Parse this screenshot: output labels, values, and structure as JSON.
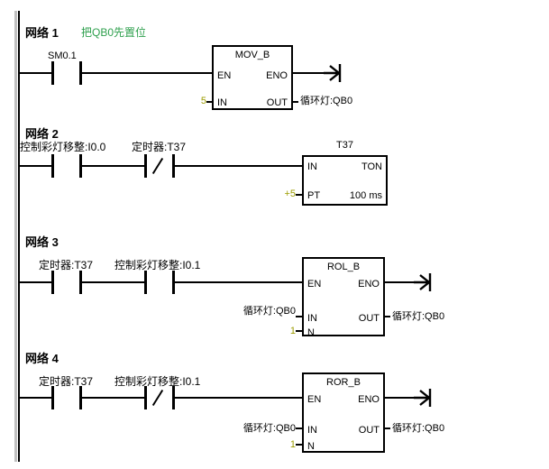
{
  "colors": {
    "comment": "#2fa04e",
    "constant": "#9c9c00",
    "wire": "#000000",
    "gutter": "#c0c0c0"
  },
  "networks": [
    {
      "title": "网络 1",
      "comment": "把QB0先置位",
      "contacts": [
        {
          "label": "SM0.1",
          "type": "normally-open"
        }
      ],
      "box": {
        "title": "MOV_B",
        "pins": {
          "en": "EN",
          "eno": "ENO",
          "in": "IN",
          "out": "OUT"
        }
      },
      "values": {
        "in": "5"
      },
      "operands": {
        "out": "循环灯:QB0"
      }
    },
    {
      "title": "网络 2",
      "contacts": [
        {
          "label": "控制彩灯移整:I0.0",
          "type": "normally-open"
        },
        {
          "label": "定时器:T37",
          "type": "normally-closed"
        }
      ],
      "box": {
        "name_above": "T37",
        "type": "TON",
        "pins": {
          "in": "IN",
          "pt": "PT"
        },
        "time_base": "100 ms"
      },
      "values": {
        "pt": "+5"
      }
    },
    {
      "title": "网络 3",
      "contacts": [
        {
          "label": "定时器:T37",
          "type": "normally-open"
        },
        {
          "label": "控制彩灯移整:I0.1",
          "type": "normally-open"
        }
      ],
      "box": {
        "title": "ROL_B",
        "pins": {
          "en": "EN",
          "eno": "ENO",
          "in": "IN",
          "out": "OUT",
          "n": "N"
        }
      },
      "values": {
        "n": "1"
      },
      "operands": {
        "in": "循环灯:QB0",
        "out": "循环灯:QB0"
      }
    },
    {
      "title": "网络 4",
      "contacts": [
        {
          "label": "定时器:T37",
          "type": "normally-open"
        },
        {
          "label": "控制彩灯移整:I0.1",
          "type": "normally-closed"
        }
      ],
      "box": {
        "title": "ROR_B",
        "pins": {
          "en": "EN",
          "eno": "ENO",
          "in": "IN",
          "out": "OUT",
          "n": "N"
        }
      },
      "values": {
        "n": "1"
      },
      "operands": {
        "in": "循环灯:QB0",
        "out": "循环灯:QB0"
      }
    }
  ]
}
